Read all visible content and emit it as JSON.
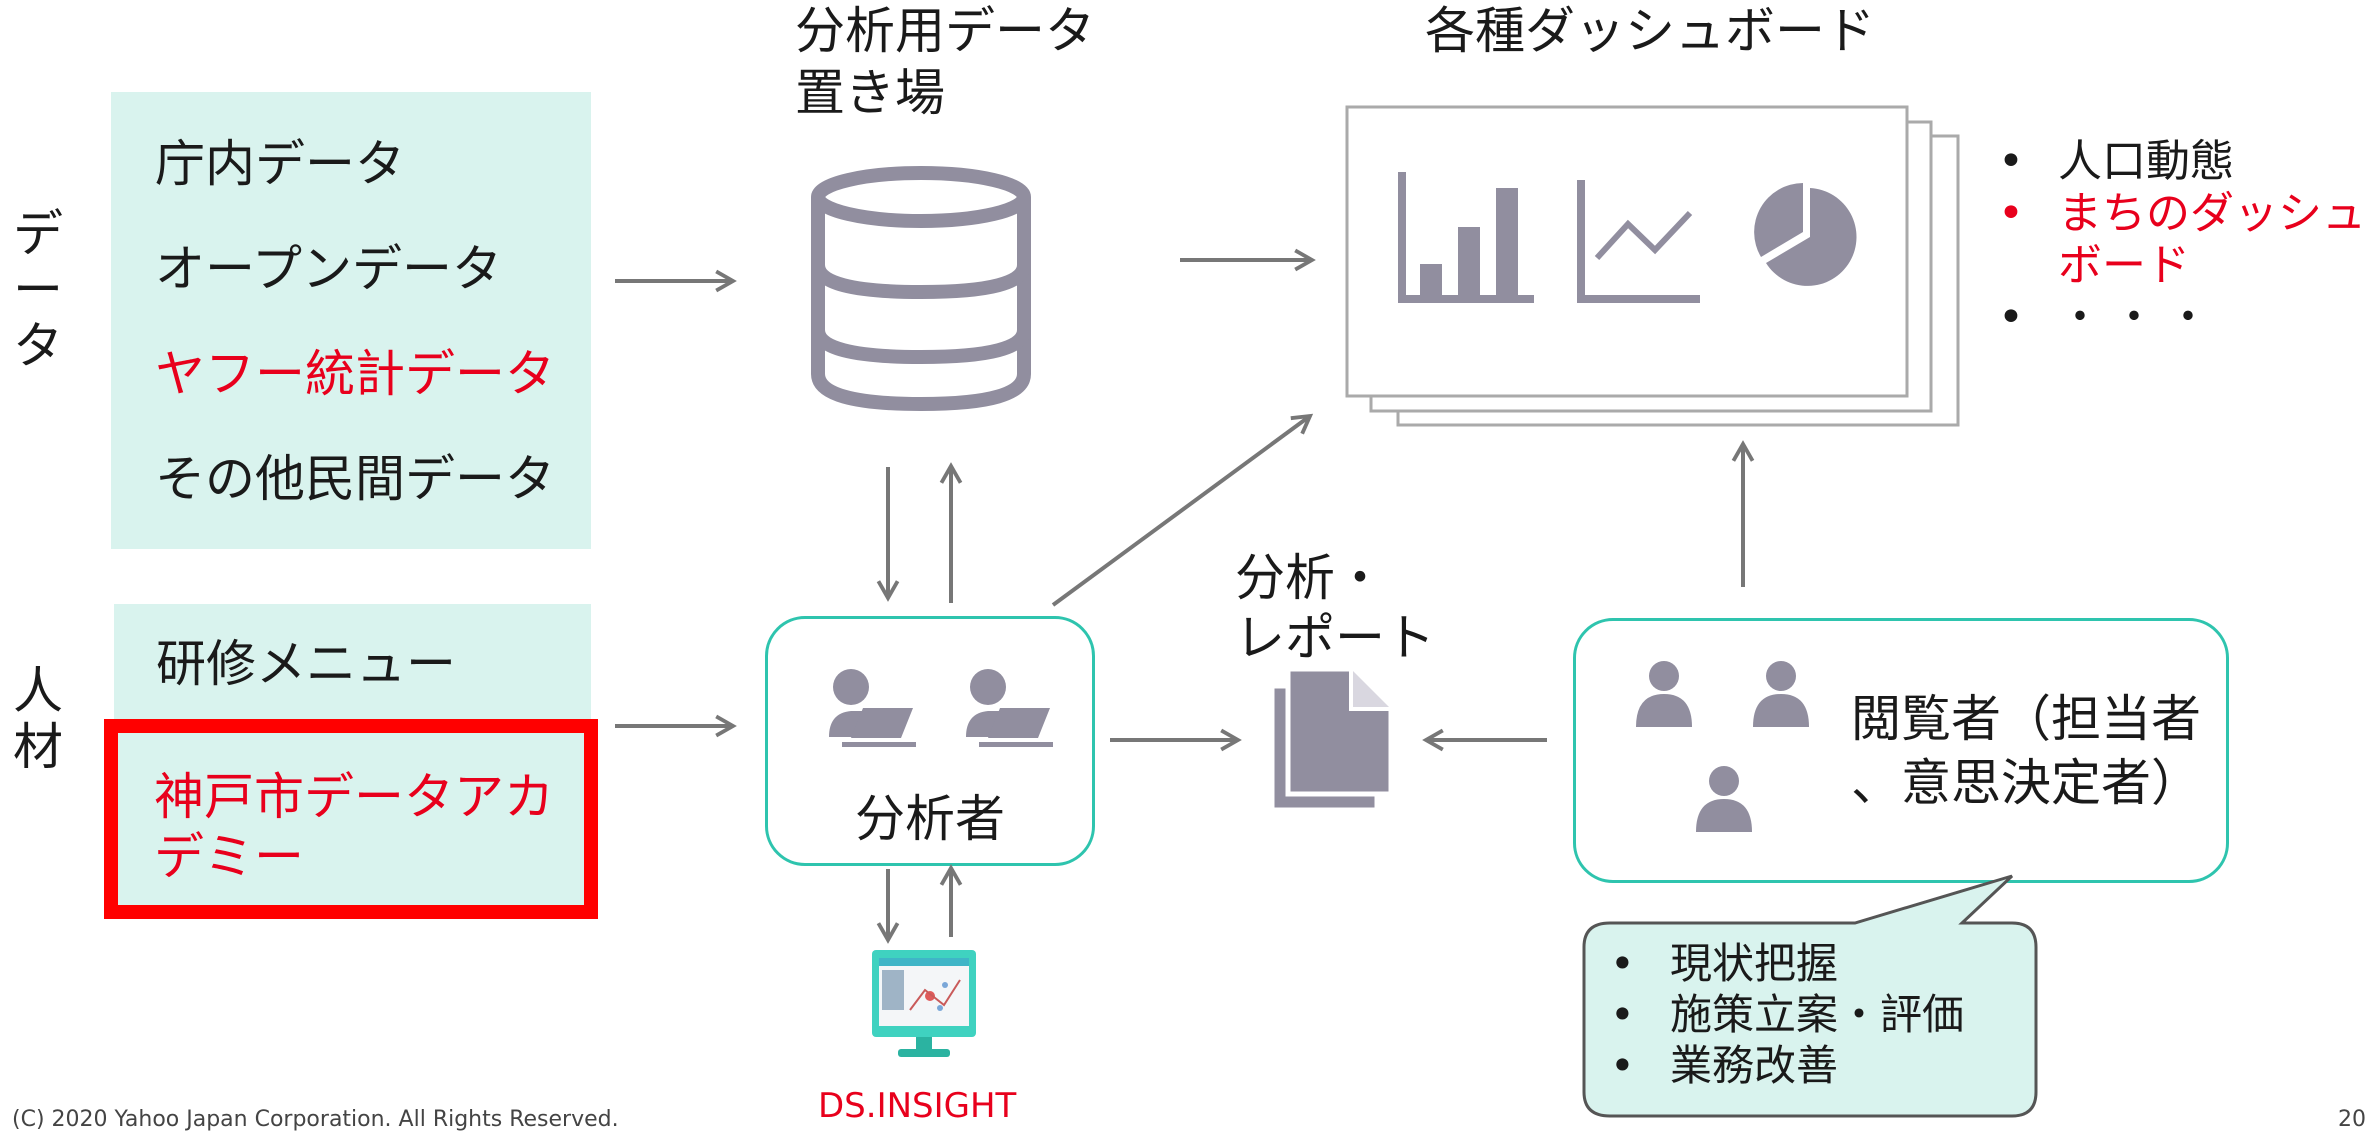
{
  "side_labels": {
    "data": [
      "デ",
      "ー",
      "タ"
    ],
    "people": [
      "人",
      "材"
    ]
  },
  "data_sources": {
    "items": [
      {
        "label": "庁内データ",
        "highlight": false
      },
      {
        "label": "オープンデータ",
        "highlight": false
      },
      {
        "label": "ヤフー統計データ",
        "highlight": true
      },
      {
        "label": "その他民間データ",
        "highlight": false
      }
    ]
  },
  "training": {
    "menu_label": "研修メニュー",
    "academy_line1": "神戸市データアカ",
    "academy_line2": "デミー"
  },
  "storage": {
    "heading_line1": "分析用データ",
    "heading_line2": "置き場"
  },
  "dashboards": {
    "heading": "各種ダッシュボード",
    "bullets": [
      {
        "label": "人口動態",
        "highlight": false
      },
      {
        "label": "まちのダッシュ",
        "highlight": true
      },
      {
        "label": "・・・",
        "highlight": false
      }
    ],
    "bullet_cont": "ボード"
  },
  "analyst": {
    "label": "分析者"
  },
  "report": {
    "line1": "分析・",
    "line2": "レポート"
  },
  "viewers": {
    "line1": "閲覧者（担当者",
    "line2": "、意思決定者）"
  },
  "callout": {
    "items": [
      "現状把握",
      "施策立案・評価",
      "業務改善"
    ]
  },
  "tool": {
    "label": "DS.INSIGHT"
  },
  "footer": {
    "copyright": "(C) 2020 Yahoo Japan Corporation. All Rights Reserved.",
    "page": "20"
  },
  "colors": {
    "mint": "#d9f3ee",
    "teal": "#2ec4ae",
    "icon_gray": "#918e9f",
    "arrow_gray": "#777777",
    "highlight_red": "#e8001c"
  }
}
